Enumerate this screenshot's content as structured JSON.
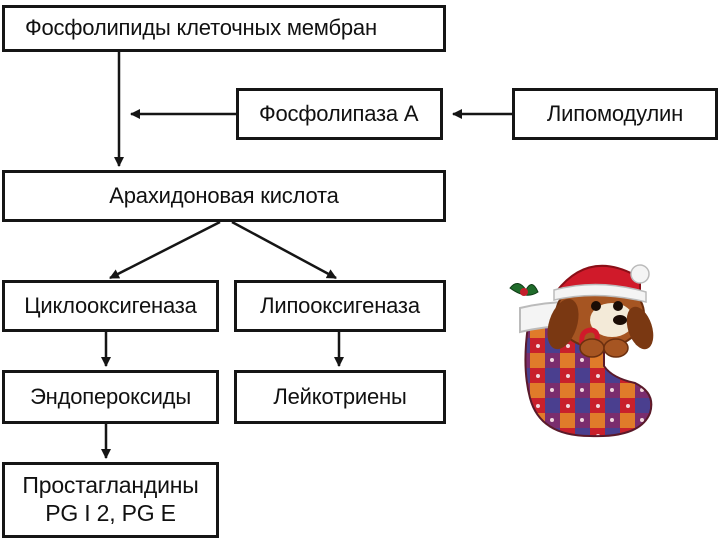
{
  "nodes": {
    "phospholipids": "Фосфолипиды клеточных мембран",
    "phospholipase": "Фосфолипаза А",
    "lipomodulin": "Липомодулин",
    "arachidonic": "Арахидоновая кислота",
    "cyclooxygenase": "Циклооксигеназа",
    "lipoxygenase": "Липооксигеназа",
    "endoperoxides": "Эндопероксиды",
    "leukotrienes": "Лейкотриены",
    "prostaglandins_line1": "Простагландины",
    "prostaglandins_line2": "PG I 2,  PG E"
  },
  "decoration": {
    "icon": "puppy-in-christmas-stocking-icon"
  }
}
